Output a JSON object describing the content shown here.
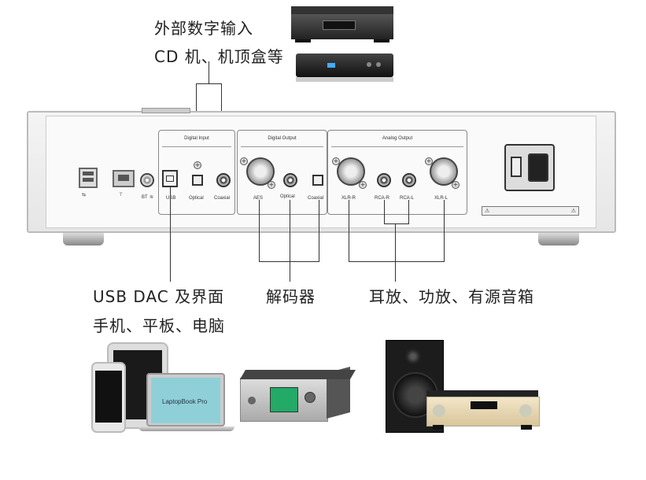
{
  "callouts": {
    "digital_input_line1": "外部数字输入",
    "digital_input_line2": "CD 机、机顶盒等",
    "usb_line1": "USB DAC 及界面",
    "usb_line2": "手机、平板、电脑",
    "decoder": "解码器",
    "amp": "耳放、功放、有源音箱"
  },
  "panel": {
    "digital_input_title": "Digital Input",
    "digital_output_title": "Digital Output",
    "analog_output_title": "Analog Output",
    "labels": {
      "usb": "USB",
      "optical_in": "Optical",
      "coaxial_in": "Coaxial",
      "aes": "AES",
      "optical_out": "Optical",
      "coaxial_out": "Coaxial",
      "xlr_r": "XLR-R",
      "rca_r": "RCA-R",
      "rca_l": "RCA-L",
      "xlr_l": "XLR-L",
      "bt": "BT"
    }
  },
  "devices": {
    "laptop_screen_text": "LaptopBook Pro"
  },
  "colors": {
    "line": "#333333",
    "chassis": "#eeeeee",
    "screen_green": "#22aa66"
  }
}
